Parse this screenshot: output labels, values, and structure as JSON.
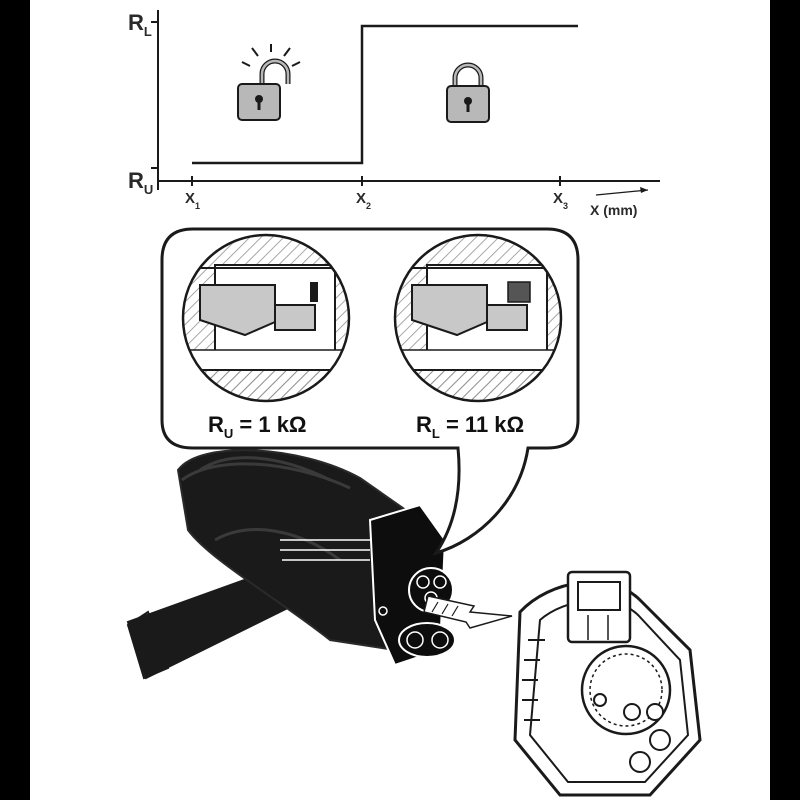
{
  "colors": {
    "background": "#000000",
    "panel": "#ffffff",
    "line": "#1a1a1a",
    "lock_gray": "#b8b8b8",
    "hatch_gray": "#8a8a8a",
    "fill_gray": "#c8c8c8"
  },
  "graph": {
    "y_upper_label": "R",
    "y_upper_sub": "L",
    "y_lower_label": "R",
    "y_lower_sub": "U",
    "x_ticks": [
      {
        "label": "X",
        "sub": "1"
      },
      {
        "label": "X",
        "sub": "2"
      },
      {
        "label": "X",
        "sub": "3"
      }
    ],
    "x_axis_label": "X (mm)",
    "unlocked_icon": "unlocked-padlock-icon",
    "locked_icon": "locked-padlock-icon"
  },
  "callout": {
    "left_prefix": "R",
    "left_sub": "U",
    "left_value": " = 1 kΩ",
    "right_prefix": "R",
    "right_sub": "L",
    "right_value": " = 11 kΩ"
  },
  "illustration": {
    "plug_icon": "charging-plug-icon",
    "socket_icon": "vehicle-inlet-icon",
    "arrow_icon": "insert-direction-arrow-icon"
  }
}
